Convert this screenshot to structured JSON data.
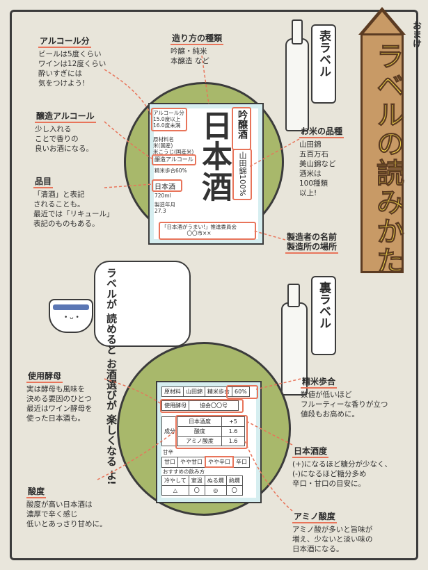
{
  "corner_label": "おまけ",
  "title": "ラベルの読みかた",
  "front": {
    "tag": "表ラベル",
    "label": {
      "alcohol": "アルコール分\n15.0度以上\n16.0度未満",
      "ingredients": "原材料名\n米(国産)\n米こうじ(国産米)",
      "brewing_alcohol": "醸造アルコール",
      "polish": "精米歩合60%",
      "category": "日本酒",
      "volume": "720ml",
      "date": "製造年月\n27.3",
      "product_name": "日本酒",
      "grade": "吟醸酒",
      "rice": "山田錦100%",
      "maker": "「日本酒がうまい!」推進委員会\n〇〇市××"
    },
    "notes": {
      "alcohol": {
        "title": "アルコール分",
        "body": "ビールは5度くらい\nワインは12度くらい\n酔いすぎには\n気をつけよう!"
      },
      "method": {
        "title": "造り方の種類",
        "body": "吟醸・純米\n本醸造 など"
      },
      "brewing": {
        "title": "醸造アルコール",
        "body": "少し入れる\nことで香りの\n良いお酒になる。"
      },
      "item": {
        "title": "品目",
        "body": "「清酒」と表記\nされることも。\n最近では「リキュール」\n表記のものもある。"
      },
      "rice": {
        "title": "お米の品種",
        "body": "山田錦\n五百万石\n美山錦など\n酒米は\n100種類\n以上!"
      },
      "maker": {
        "title": "製造者の名前\n製造所の場所",
        "body": ""
      }
    }
  },
  "speech": "ラベルが\n読めると\nお酒選びが\n楽しくなる\nよ!",
  "back": {
    "tag": "裏ラベル",
    "table": {
      "row1": [
        "原材料",
        "山田錦",
        "精米歩合",
        "60%"
      ],
      "row2": [
        "使用酵母",
        "協会〇〇号"
      ],
      "row3_label": "成分",
      "components": [
        [
          "日本酒度",
          "+5"
        ],
        [
          "酸度",
          "1.6"
        ],
        [
          "アミノ酸度",
          "1.6"
        ]
      ],
      "taste_label": "甘辛",
      "taste": [
        "甘口",
        "やや甘口",
        "やや辛口",
        "辛口"
      ],
      "serve_label": "おすすめの飲み方",
      "serve": [
        "冷やして",
        "室温",
        "ぬる燗",
        "熱燗"
      ],
      "serve_marks": [
        "△",
        "〇",
        "◎",
        "〇"
      ]
    },
    "notes": {
      "yeast": {
        "title": "使用酵母",
        "body": "実は酵母も風味を\n決める要因のひとつ\n最近はワイン酵母を\n使った日本酒も。"
      },
      "acidity": {
        "title": "酸度",
        "body": "酸度が高い日本酒は\n濃厚で辛く感じ\n低いとあっさり甘めに。"
      },
      "polish": {
        "title": "精米歩合",
        "body": "数値が低いほど\nフルーティーな香りが立つ\n値段もお高めに。"
      },
      "smv": {
        "title": "日本酒度",
        "body": "(+)になるほど糖分が少なく、\n(-)になるほど糖分多め\n辛口・甘口の目安に。"
      },
      "amino": {
        "title": "アミノ酸度",
        "body": "アミノ酸が多いと旨味が\n増え、少ないと淡い味の\n日本酒になる。"
      }
    }
  },
  "colors": {
    "accent": "#e8745a",
    "circle": "#a8b86b",
    "sign": "#c89a66",
    "bg": "#e8e5da"
  }
}
